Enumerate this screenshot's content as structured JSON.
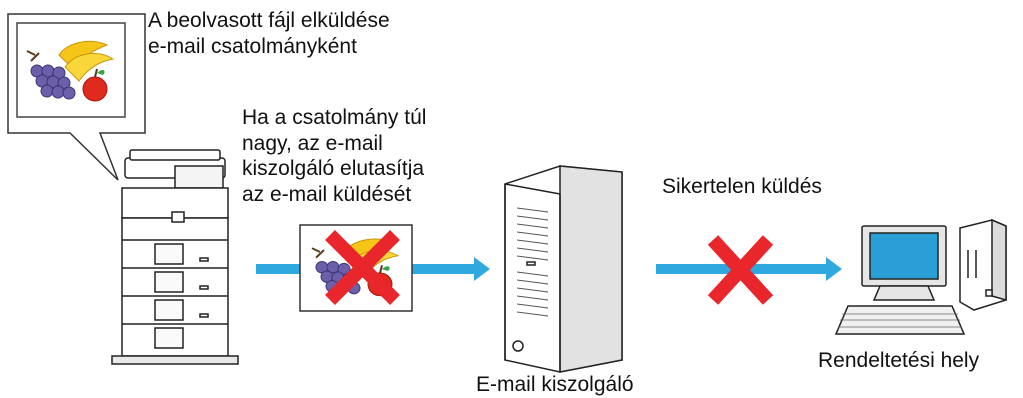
{
  "captions": {
    "send_line1": "A beolvasott fájl elküldése",
    "send_line2": "e-mail csatolmányként",
    "reject_line1": "Ha a csatolmány túl",
    "reject_line2": "nagy, az e-mail",
    "reject_line3": "kiszolgáló elutasítja",
    "reject_line4": "az e-mail küldését",
    "failed": "Sikertelen küldés",
    "server": "E-mail kiszolgáló",
    "destination": "Rendeltetési hely"
  },
  "colors": {
    "arrow": "#2fa8e0",
    "cross": "#e8262c",
    "outline": "#222222",
    "monitor_screen": "#2a9fd6"
  },
  "icons": [
    "speech-bubble-icon",
    "fruit-image-icon",
    "mfp-printer-icon",
    "tower-server-icon",
    "desktop-pc-icon",
    "arrow-icon",
    "red-x-icon"
  ]
}
